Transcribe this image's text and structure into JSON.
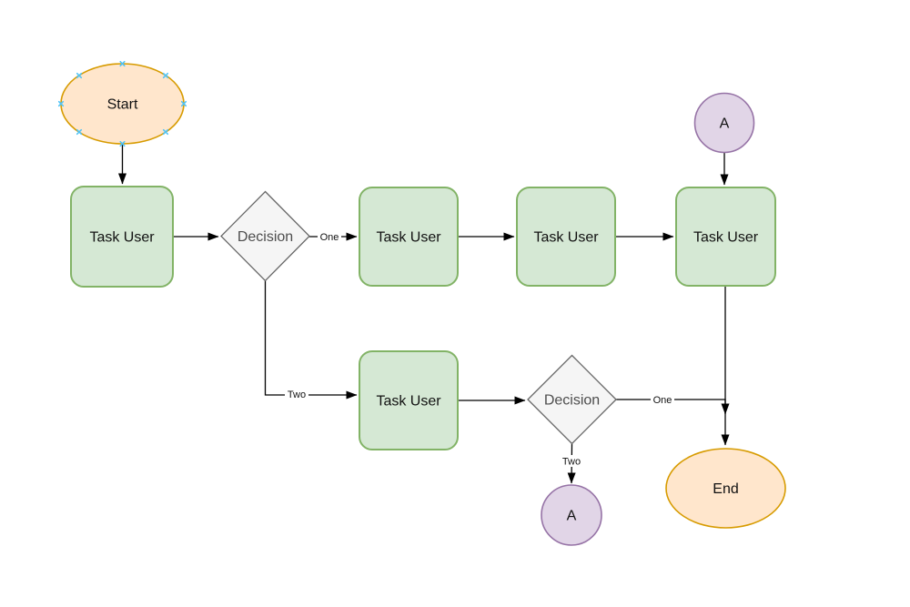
{
  "diagram": {
    "background": "#ffffff",
    "colors": {
      "terminal_fill": "#FFE6CC",
      "terminal_stroke": "#D79B00",
      "task_fill": "#D5E8D4",
      "task_stroke": "#82B366",
      "decision_fill": "#F5F5F5",
      "decision_stroke": "#666666",
      "connector_fill": "#E1D5E7",
      "connector_stroke": "#9673A6",
      "edge_color": "#000000",
      "node_label_color": "#111111",
      "decision_label_color": "#4D4D4D",
      "edge_label_color": "#111111",
      "connection_point_color": "#4FC3F7"
    },
    "nodes": {
      "start": {
        "label": "Start",
        "type": "ellipse-terminal"
      },
      "task1": {
        "label": "Task User",
        "type": "process"
      },
      "decision1": {
        "label": "Decision",
        "type": "decision"
      },
      "task2": {
        "label": "Task User",
        "type": "process"
      },
      "task3": {
        "label": "Task User",
        "type": "process"
      },
      "task4": {
        "label": "Task User",
        "type": "process"
      },
      "connector_a_top": {
        "label": "A",
        "type": "off-page-connector"
      },
      "task5": {
        "label": "Task User",
        "type": "process"
      },
      "decision2": {
        "label": "Decision",
        "type": "decision"
      },
      "connector_a_bottom": {
        "label": "A",
        "type": "off-page-connector"
      },
      "end": {
        "label": "End",
        "type": "ellipse-terminal"
      }
    },
    "edge_labels": {
      "decision1_one": "One",
      "decision1_two": "Two",
      "decision2_one": "One",
      "decision2_two": "Two"
    }
  }
}
